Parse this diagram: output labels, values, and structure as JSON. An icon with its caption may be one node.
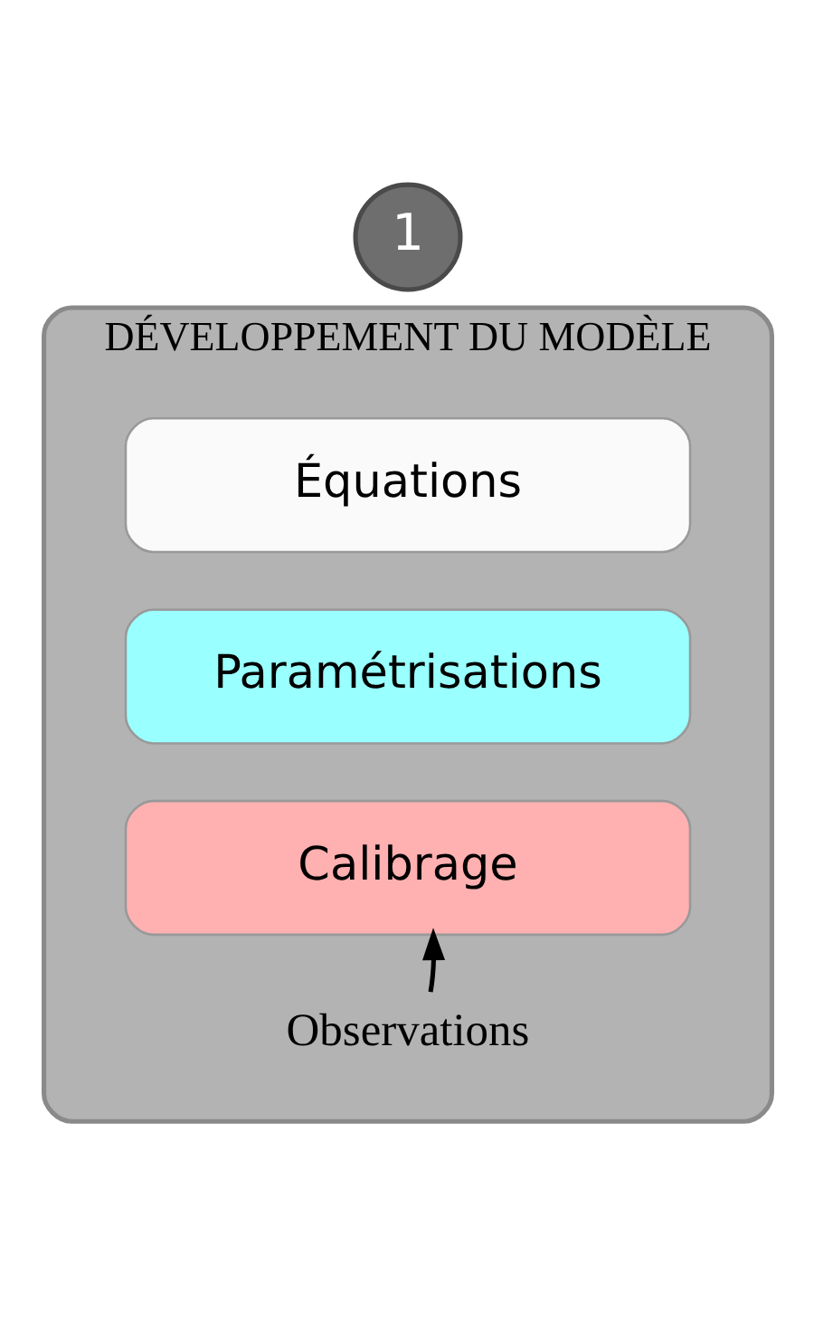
{
  "diagram": {
    "nodes": [
      {
        "text": [
          "DÉVELOPPEMENT DU MODÈLE"
        ]
      },
      {
        "text": [
          "1"
        ]
      },
      {
        "text": [
          "Équations"
        ],
        "in": 0
      },
      {
        "text": [
          "Paramétrisations"
        ],
        "in": 0
      },
      {
        "text": [
          "Calibrage"
        ],
        "in": 0
      },
      {
        "text": [
          "Observations"
        ],
        "in": 0
      }
    ],
    "edges": [
      {
        "from": 5,
        "to": 4,
        "arrow": "to"
      }
    ]
  }
}
